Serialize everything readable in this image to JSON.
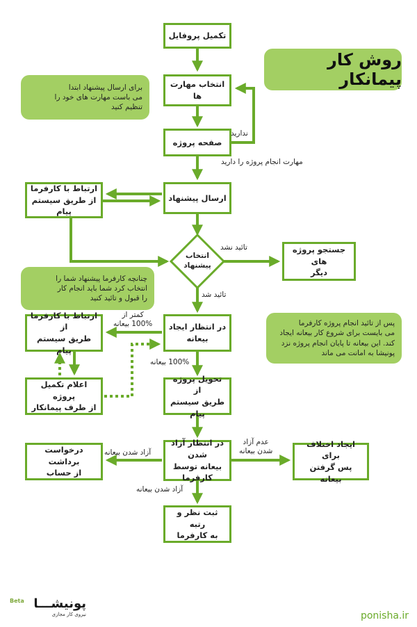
{
  "title": "روش کار پیمانکار",
  "boxes": {
    "complete_profile": "تکمیل پروفایل",
    "select_skills": "انتخاب مهارت ها",
    "project_page": "صفحه پروژه",
    "send_proposal": "ارسال پیشنهاد",
    "contact_employer_1": "ارتباط با کارفرما\nاز طریق سیستم پیام",
    "select_proposal": "انتخاب\nپیشنهاد",
    "search_other": "جستجو پروژه های\nدیگر",
    "wait_deposit": "در انتظار ایجاد\nبیعانه",
    "contact_employer_2": "ارتباط با کارفرما از\nطریق سیستم پیام",
    "announce_complete": "اعلام تکمیل پروژه\nاز طرف پیمانکار",
    "deliver_project": "تحویل پروژه از\nطریق سیستم پیام",
    "wait_release": "در انتظار آزاد شدن\nبیعانه توسط کارفرما",
    "withdraw_request": "درخواست برداشت\nاز حساب",
    "dispute": "ایجاد اختلاف برای\nپس گرفتن بیعانه",
    "rate_employer": "ثبت نظر و رتبه\nبه کارفرما"
  },
  "notes": {
    "skills_note": "برای ارسال پیشنهاد ابتدا\nمی باست مهارت های خود را\nتنظیم کنید",
    "proposal_note": "چنانچه کارفرما پیشنهاد شما را\nانتخاب کرد شما باید انجام کار\nرا قبول و تائید کنید",
    "deposit_note": "پس از تائید انجام پروژه کارفرما\nمی بایست برای شروع کار بیعانه ایجاد\nکند. این بیعانه تا پایان انجام پروژه نزد\nپونیشا به امانت می ماند"
  },
  "labels": {
    "not_have": "ندارید",
    "have_skills": "مهارت انجام پروژه را دارید",
    "not_approved": "تائید نشد",
    "approved": "تائید شد",
    "less_than_100": "کمتر از\n100% بیعانه",
    "full_100": "100% بیعانه",
    "released_left": "آزاد شدن بیعانه",
    "not_released": "عدم آزاد\nشدن بیعانه",
    "released_down": "آزاد شدن بیعانه"
  },
  "footer": {
    "logo_name": "پونیشـــا",
    "logo_beta": "Beta",
    "logo_sub": "نیروی کار مجازی",
    "site": "ponisha.ir"
  },
  "colors": {
    "accent": "#6aab2a",
    "note_bg": "#a3cf63"
  }
}
